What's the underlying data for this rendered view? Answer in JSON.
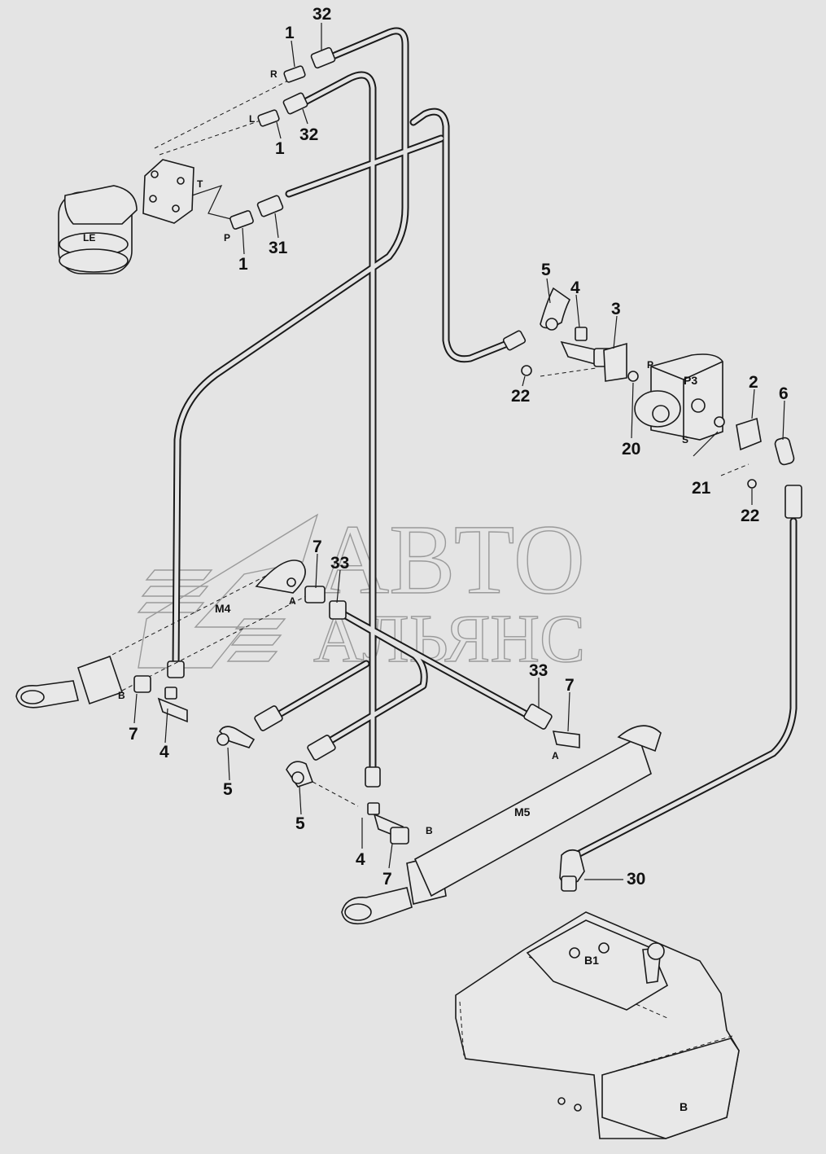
{
  "watermark": {
    "line1": "АВТО",
    "line2": "АЛЬЯНС"
  },
  "components": {
    "le": "LE",
    "m4": "M4",
    "m5": "M5",
    "p3": "P3",
    "b1": "B1",
    "tank": "B"
  },
  "ports": {
    "r": "R",
    "l": "L",
    "t": "T",
    "p_valve": "P",
    "p_pump": "P",
    "s_pump": "S",
    "a_m4": "A",
    "b_m4": "B",
    "a_m5": "A",
    "b_m5": "B"
  },
  "callouts": {
    "n32_top": "32",
    "n1_r": "1",
    "n1_l": "1",
    "n32_mid": "32",
    "n1_p": "1",
    "n31": "31",
    "n5_pump": "5",
    "n4_pump": "4",
    "n3": "3",
    "n22_pump": "22",
    "n20": "20",
    "n2": "2",
    "n6": "6",
    "n21": "21",
    "n22_flange": "22",
    "n7_m4a": "7",
    "n33_top": "33",
    "n7_m4b": "7",
    "n4_m4": "4",
    "n5_m4": "5",
    "n33_mid": "33",
    "n7_m5a": "7",
    "n5_mid": "5",
    "n4_m5": "4",
    "n7_m5b": "7",
    "n30": "30"
  }
}
